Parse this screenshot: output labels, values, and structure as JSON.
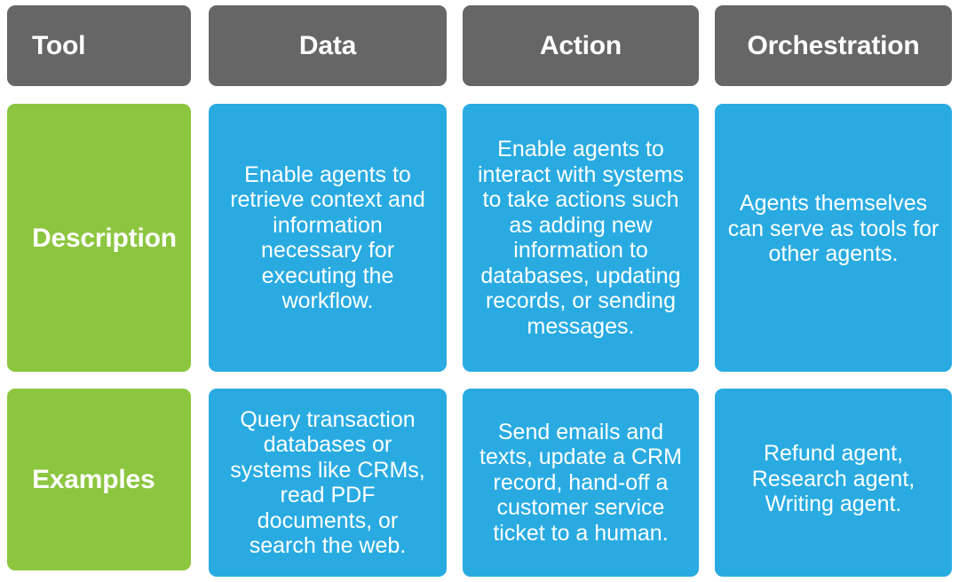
{
  "table": {
    "headers": [
      {
        "id": "tool",
        "label": "Tool",
        "align": "left"
      },
      {
        "id": "data",
        "label": "Data",
        "align": "center"
      },
      {
        "id": "action",
        "label": "Action",
        "align": "center"
      },
      {
        "id": "orchestration",
        "label": "Orchestration",
        "align": "center"
      }
    ],
    "rows": [
      {
        "id": "description",
        "label": "Description",
        "cells": [
          "Enable agents to retrieve context and information necessary for executing the workflow.",
          "Enable agents to interact with systems to take actions such as adding new information to databases, updating records, or sending messages.",
          "Agents themselves can serve as tools for other agents."
        ]
      },
      {
        "id": "examples",
        "label": "Examples",
        "cells": [
          "Query transaction databases or systems like CRMs, read PDF documents, or search the web.",
          "Send emails and texts, update a CRM record, hand-off a customer service ticket to a human.",
          "Refund agent, Research agent, Writing agent."
        ]
      }
    ]
  },
  "colors": {
    "header_background": "#666666",
    "row_label_background": "#8CC63F",
    "body_background": "#29ABE2",
    "text": "#FFFFFF",
    "page_background": "#FFFFFF"
  }
}
